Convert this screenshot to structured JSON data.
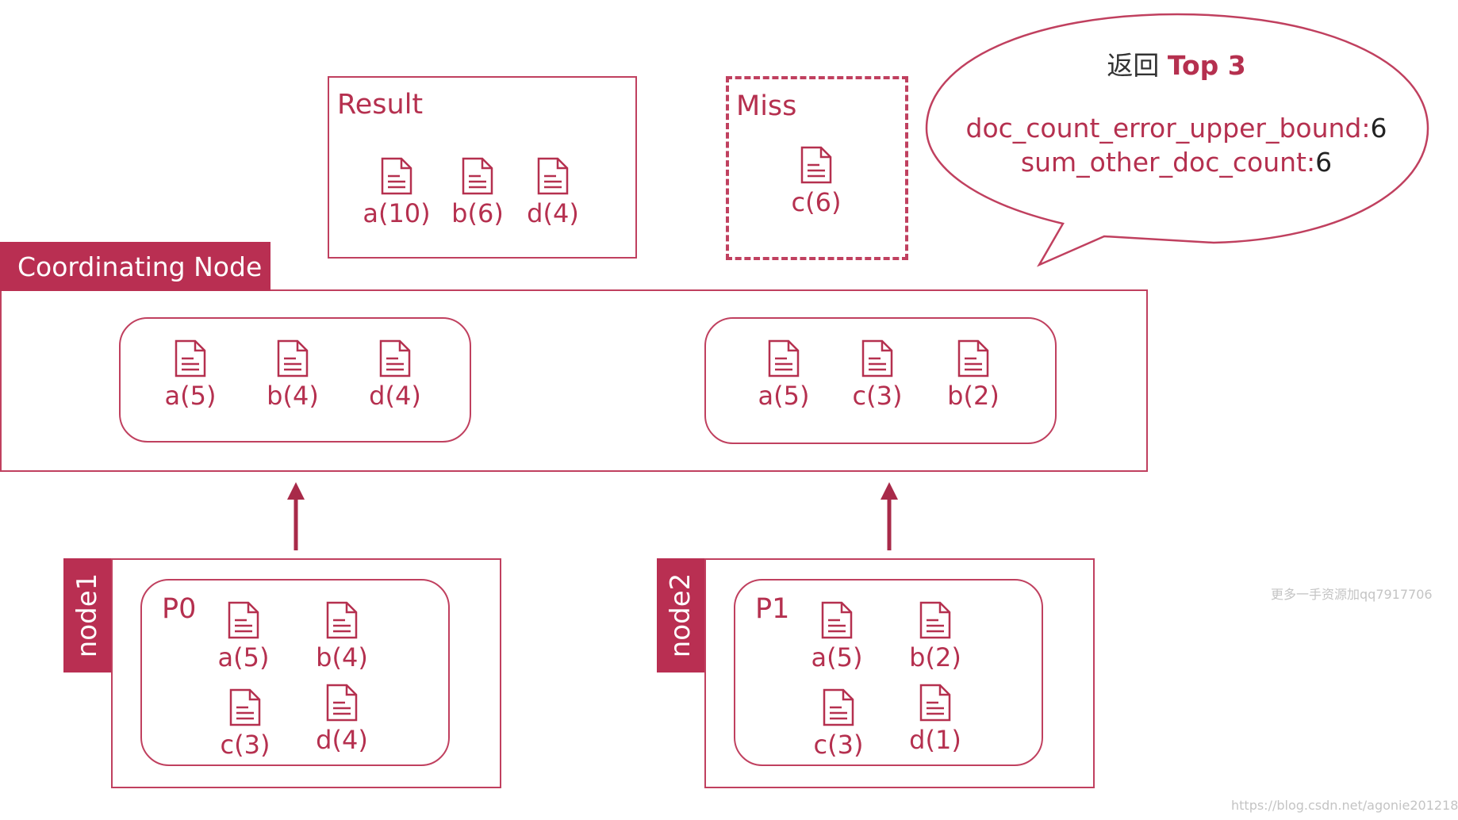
{
  "result": {
    "title": "Result",
    "docs": [
      "a(10)",
      "b(6)",
      "d(4)"
    ]
  },
  "miss": {
    "title": "Miss",
    "docs": [
      "c(6)"
    ]
  },
  "bubble": {
    "title_prefix": "返回",
    "title_highlight": "Top 3",
    "line1_label": "doc_count_error_upper_bound:",
    "line1_value": "6",
    "line2_label": "sum_other_doc_count:",
    "line2_value": "6"
  },
  "coordinating": {
    "title": "Coordinating Node",
    "left_docs": [
      "a(5)",
      "b(4)",
      "d(4)"
    ],
    "right_docs": [
      "a(5)",
      "c(3)",
      "b(2)"
    ]
  },
  "node1": {
    "label": "node1",
    "shard": "P0",
    "docs": [
      "a(5)",
      "b(4)",
      "c(3)",
      "d(4)"
    ]
  },
  "node2": {
    "label": "node2",
    "shard": "P1",
    "docs": [
      "a(5)",
      "b(2)",
      "c(3)",
      "d(1)"
    ]
  },
  "watermarks": {
    "side": "更多一手资源加qq7917706",
    "bottom": "https://blog.csdn.net/agonie201218"
  },
  "colors": {
    "accent": "#b92f52",
    "border": "#c0405f",
    "text": "#b5304f"
  }
}
